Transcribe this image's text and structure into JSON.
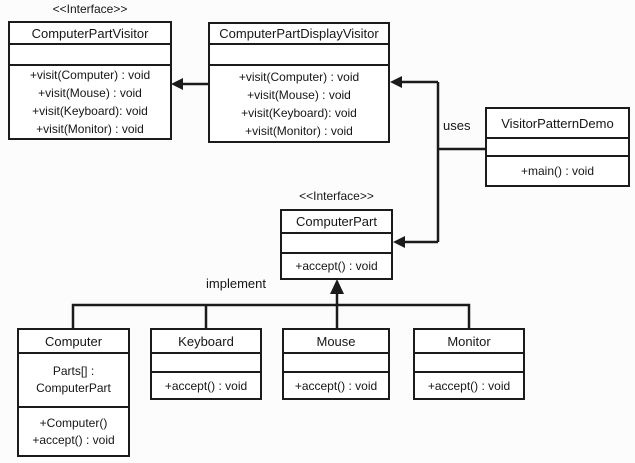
{
  "stereotypes": {
    "interface": "<<Interface>>"
  },
  "relations": {
    "uses": "uses",
    "implement": "implement"
  },
  "classes": {
    "computerPartVisitor": {
      "name": "ComputerPartVisitor",
      "methods": [
        "+visit(Computer) : void",
        "+visit(Mouse) : void",
        "+visit(Keyboard): void",
        "+visit(Monitor) : void"
      ]
    },
    "computerPartDisplayVisitor": {
      "name": "ComputerPartDisplayVisitor",
      "methods": [
        "+visit(Computer) : void",
        "+visit(Mouse) : void",
        "+visit(Keyboard): void",
        "+visit(Monitor) : void"
      ]
    },
    "visitorPatternDemo": {
      "name": "VisitorPatternDemo",
      "methods": [
        "+main() : void"
      ]
    },
    "computerPart": {
      "name": "ComputerPart",
      "methods": [
        "+accept() : void"
      ]
    },
    "computer": {
      "name": "Computer",
      "attributes": [
        "Parts[] :",
        "ComputerPart"
      ],
      "methods": [
        "+Computer()",
        "+accept() : void"
      ]
    },
    "keyboard": {
      "name": "Keyboard",
      "methods": [
        "+accept() : void"
      ]
    },
    "mouse": {
      "name": "Mouse",
      "methods": [
        "+accept() : void"
      ]
    },
    "monitor": {
      "name": "Monitor",
      "methods": [
        "+accept() : void"
      ]
    }
  },
  "colors": {
    "line": "#1b1b1b",
    "box_fill": "#ffffff",
    "background": "#fcfcfc"
  }
}
